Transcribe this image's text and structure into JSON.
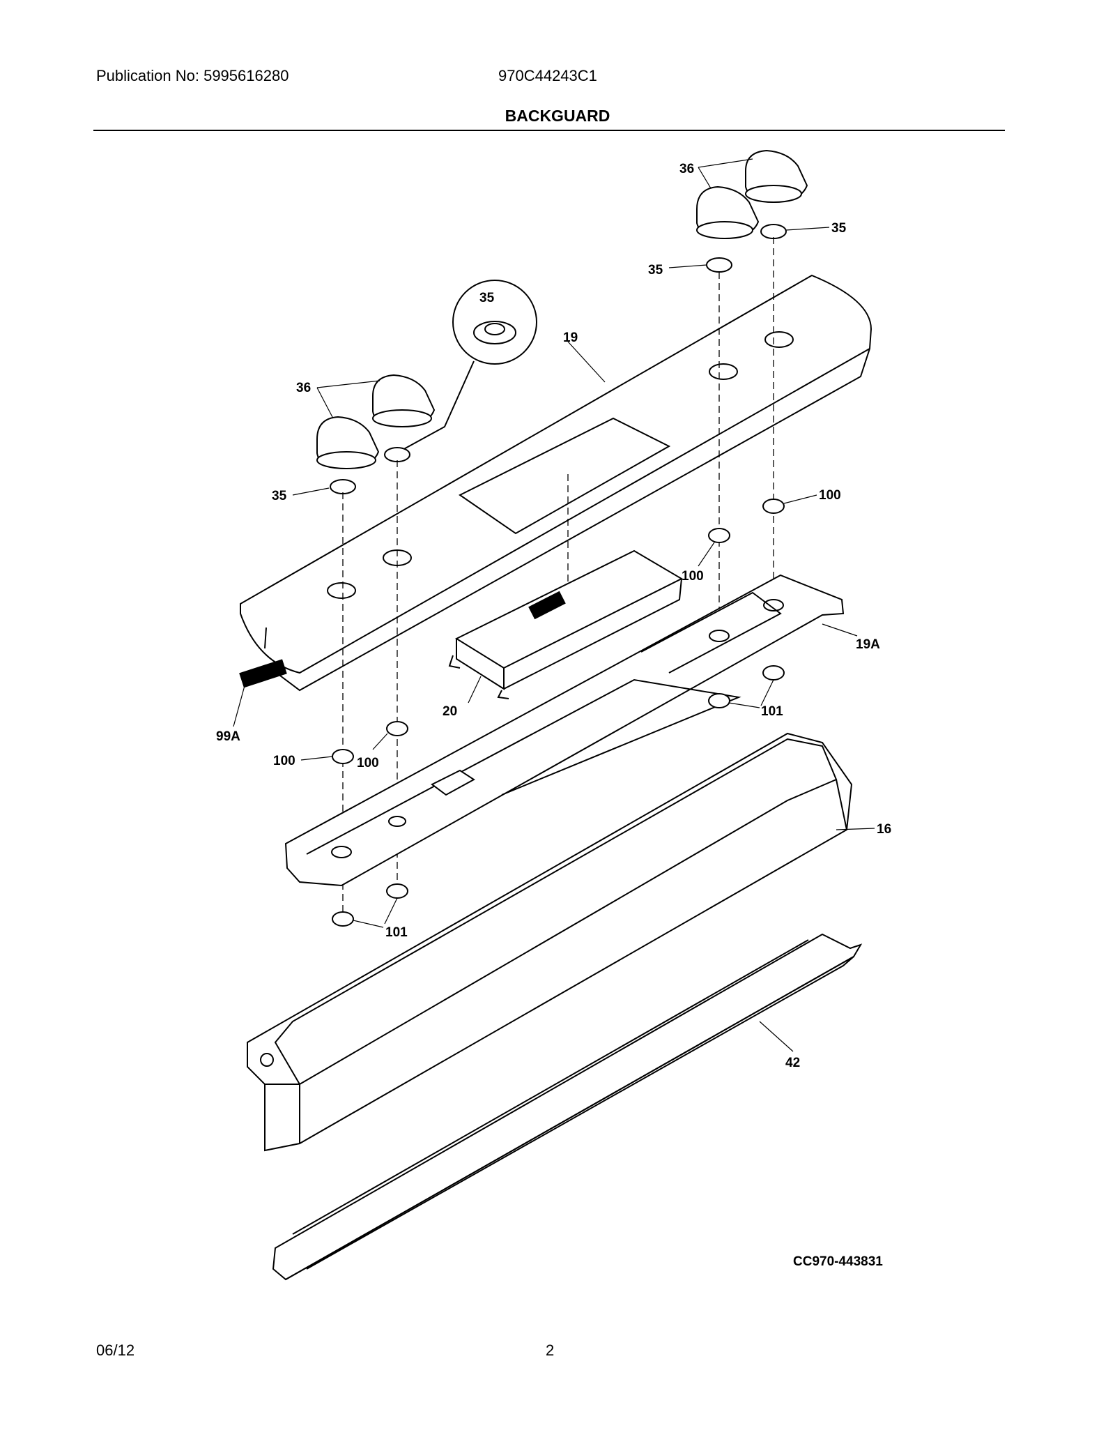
{
  "header": {
    "publication": "Publication No: 5995616280",
    "model": "970C44243C1",
    "title": "BACKGUARD"
  },
  "callouts": {
    "c36_top": "36",
    "c35_top_right": "35",
    "c35_top_left": "35",
    "c35_inset": "35",
    "c19": "19",
    "c36_left": "36",
    "c35_left": "35",
    "c100_right": "100",
    "c100_mid": "100",
    "c19a": "19A",
    "c20": "20",
    "c101_right": "101",
    "c99a": "99A",
    "c100_left": "100",
    "c100_left2": "100",
    "c16": "16",
    "c101_left": "101",
    "c42": "42"
  },
  "diagram_code": "CC970-443831",
  "footer": {
    "date": "06/12",
    "page": "2"
  }
}
